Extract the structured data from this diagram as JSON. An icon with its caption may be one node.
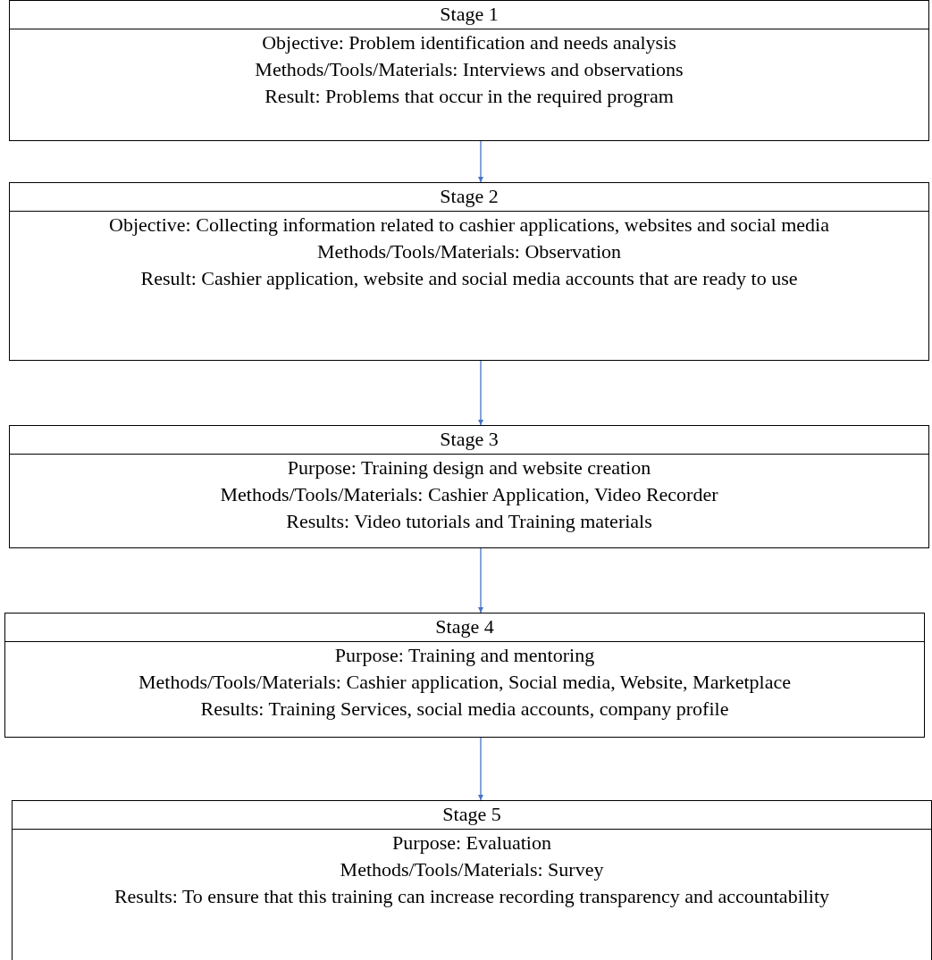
{
  "diagram": {
    "nodes": [
      {
        "text": [
          "Stage 1",
          "Objective: Problem identification and needs analysis",
          "Methods/Tools/Materials: Interviews and observations",
          "Result: Problems that occur in the required program"
        ]
      },
      {
        "text": [
          "Stage 2",
          "Objective: Collecting information related to cashier applications, websites and social media",
          "Methods/Tools/Materials: Observation",
          "Result: Cashier application, website and social media accounts that are ready to use"
        ]
      },
      {
        "text": [
          "Stage 3",
          "Purpose: Training design and website creation",
          "Methods/Tools/Materials: Cashier Application, Video Recorder",
          "Results: Video tutorials and Training materials"
        ]
      },
      {
        "text": [
          "Stage 4",
          "Purpose: Training and mentoring",
          "Methods/Tools/Materials: Cashier application, Social media, Website, Marketplace",
          "Results: Training Services, social media accounts, company profile"
        ]
      },
      {
        "text": [
          "Stage 5",
          "Purpose: Evaluation",
          "Methods/Tools/Materials: Survey",
          "Results: To ensure that this training can increase recording transparency and accountability"
        ]
      }
    ],
    "edges": [
      {
        "from": 0,
        "to": 1,
        "arrow": "to"
      },
      {
        "from": 1,
        "to": 2,
        "arrow": "to"
      },
      {
        "from": 2,
        "to": 3,
        "arrow": "to"
      },
      {
        "from": 3,
        "to": 4,
        "arrow": "to"
      }
    ]
  }
}
